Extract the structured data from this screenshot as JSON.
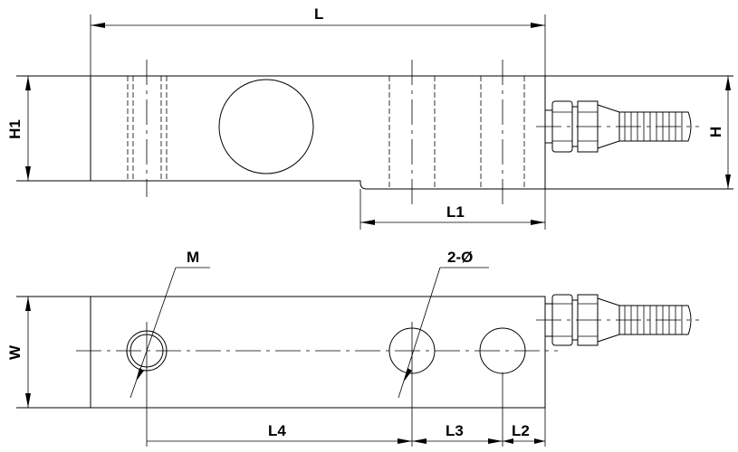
{
  "drawing": {
    "labels": {
      "L": "L",
      "H1": "H1",
      "H": "H",
      "L1": "L1",
      "M": "M",
      "hole": "2-Ø",
      "W": "W",
      "L4": "L4",
      "L3": "L3",
      "L2": "L2"
    }
  }
}
